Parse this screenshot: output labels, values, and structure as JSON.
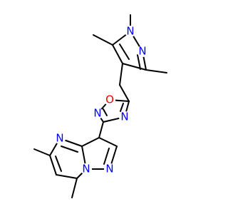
{
  "molecule": {
    "colors": {
      "bond": "#000000",
      "N": "#0000ff",
      "O": "#ff0000",
      "background": "#ffffff"
    },
    "atom_labels": {
      "n1": "N",
      "n2": "N",
      "o1": "O",
      "n3": "N",
      "n4": "N",
      "n5": "N",
      "n6": "N",
      "n7": "N"
    }
  }
}
